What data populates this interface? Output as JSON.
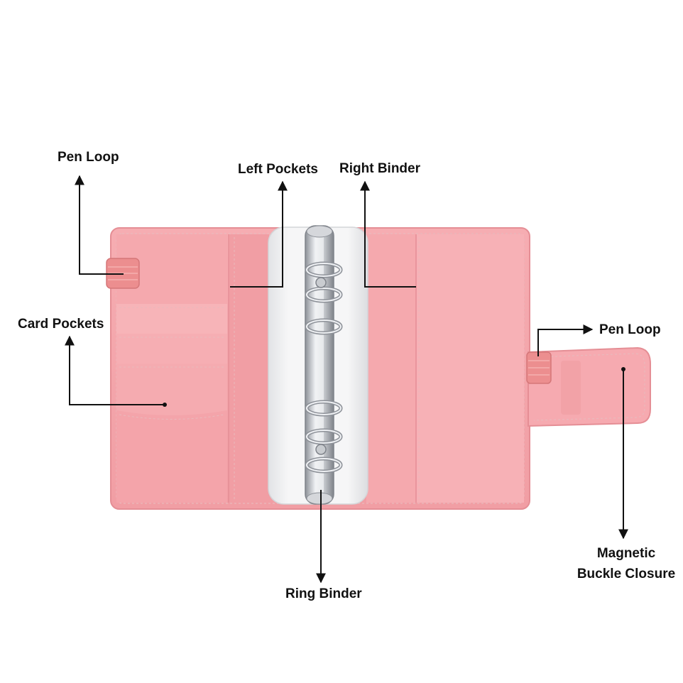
{
  "labels": {
    "pen_loop_left": "Pen Loop",
    "left_pockets": "Left Pockets",
    "right_binder": "Right Binder",
    "card_pockets": "Card Pockets",
    "pen_loop_right": "Pen Loop",
    "magnetic_buckle_closure_line1": "Magnetic",
    "magnetic_buckle_closure_line2": "Buckle Closure",
    "ring_binder": "Ring Binder"
  },
  "colors": {
    "leather": "#f4a6ab",
    "leather_dark": "#e58e95",
    "leather_panel": "#f7b2b6",
    "stitch": "#e9b9bc",
    "elastic": "#ec8e8f",
    "metal": "#c9ccd0",
    "metal_dark": "#8d9198",
    "metal_light": "#eef0f3",
    "paper": "#f4f4f5",
    "paper_edge": "#d4d5d8",
    "callout": "#111111"
  },
  "icons": {
    "callout_arrowhead": "arrowhead-icon"
  }
}
